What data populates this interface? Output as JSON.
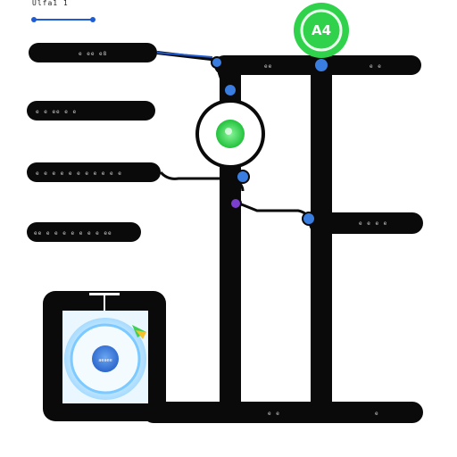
{
  "header": {
    "title": "Ulfa1 1"
  },
  "badge": {
    "label": "A4"
  },
  "left_labels": [
    "e ee  e8",
    "e e  ee  e e",
    "e e e e e e e e e e e",
    "ee e e e e e e e ee"
  ],
  "rail_labels": {
    "top_left": "ee",
    "top_right": "e e",
    "mid_right": "e e e e",
    "bottom_left": "e e",
    "bottom_right": "e"
  },
  "device": {
    "label": "aeaee"
  },
  "colors": {
    "rail": "#0a0a0a",
    "wire": "#1e5cd6",
    "node_blue": "#3a7de0",
    "node_purple": "#7b3fd0",
    "badge_green": "#2fd24a",
    "glow": "#b8e4ff"
  }
}
